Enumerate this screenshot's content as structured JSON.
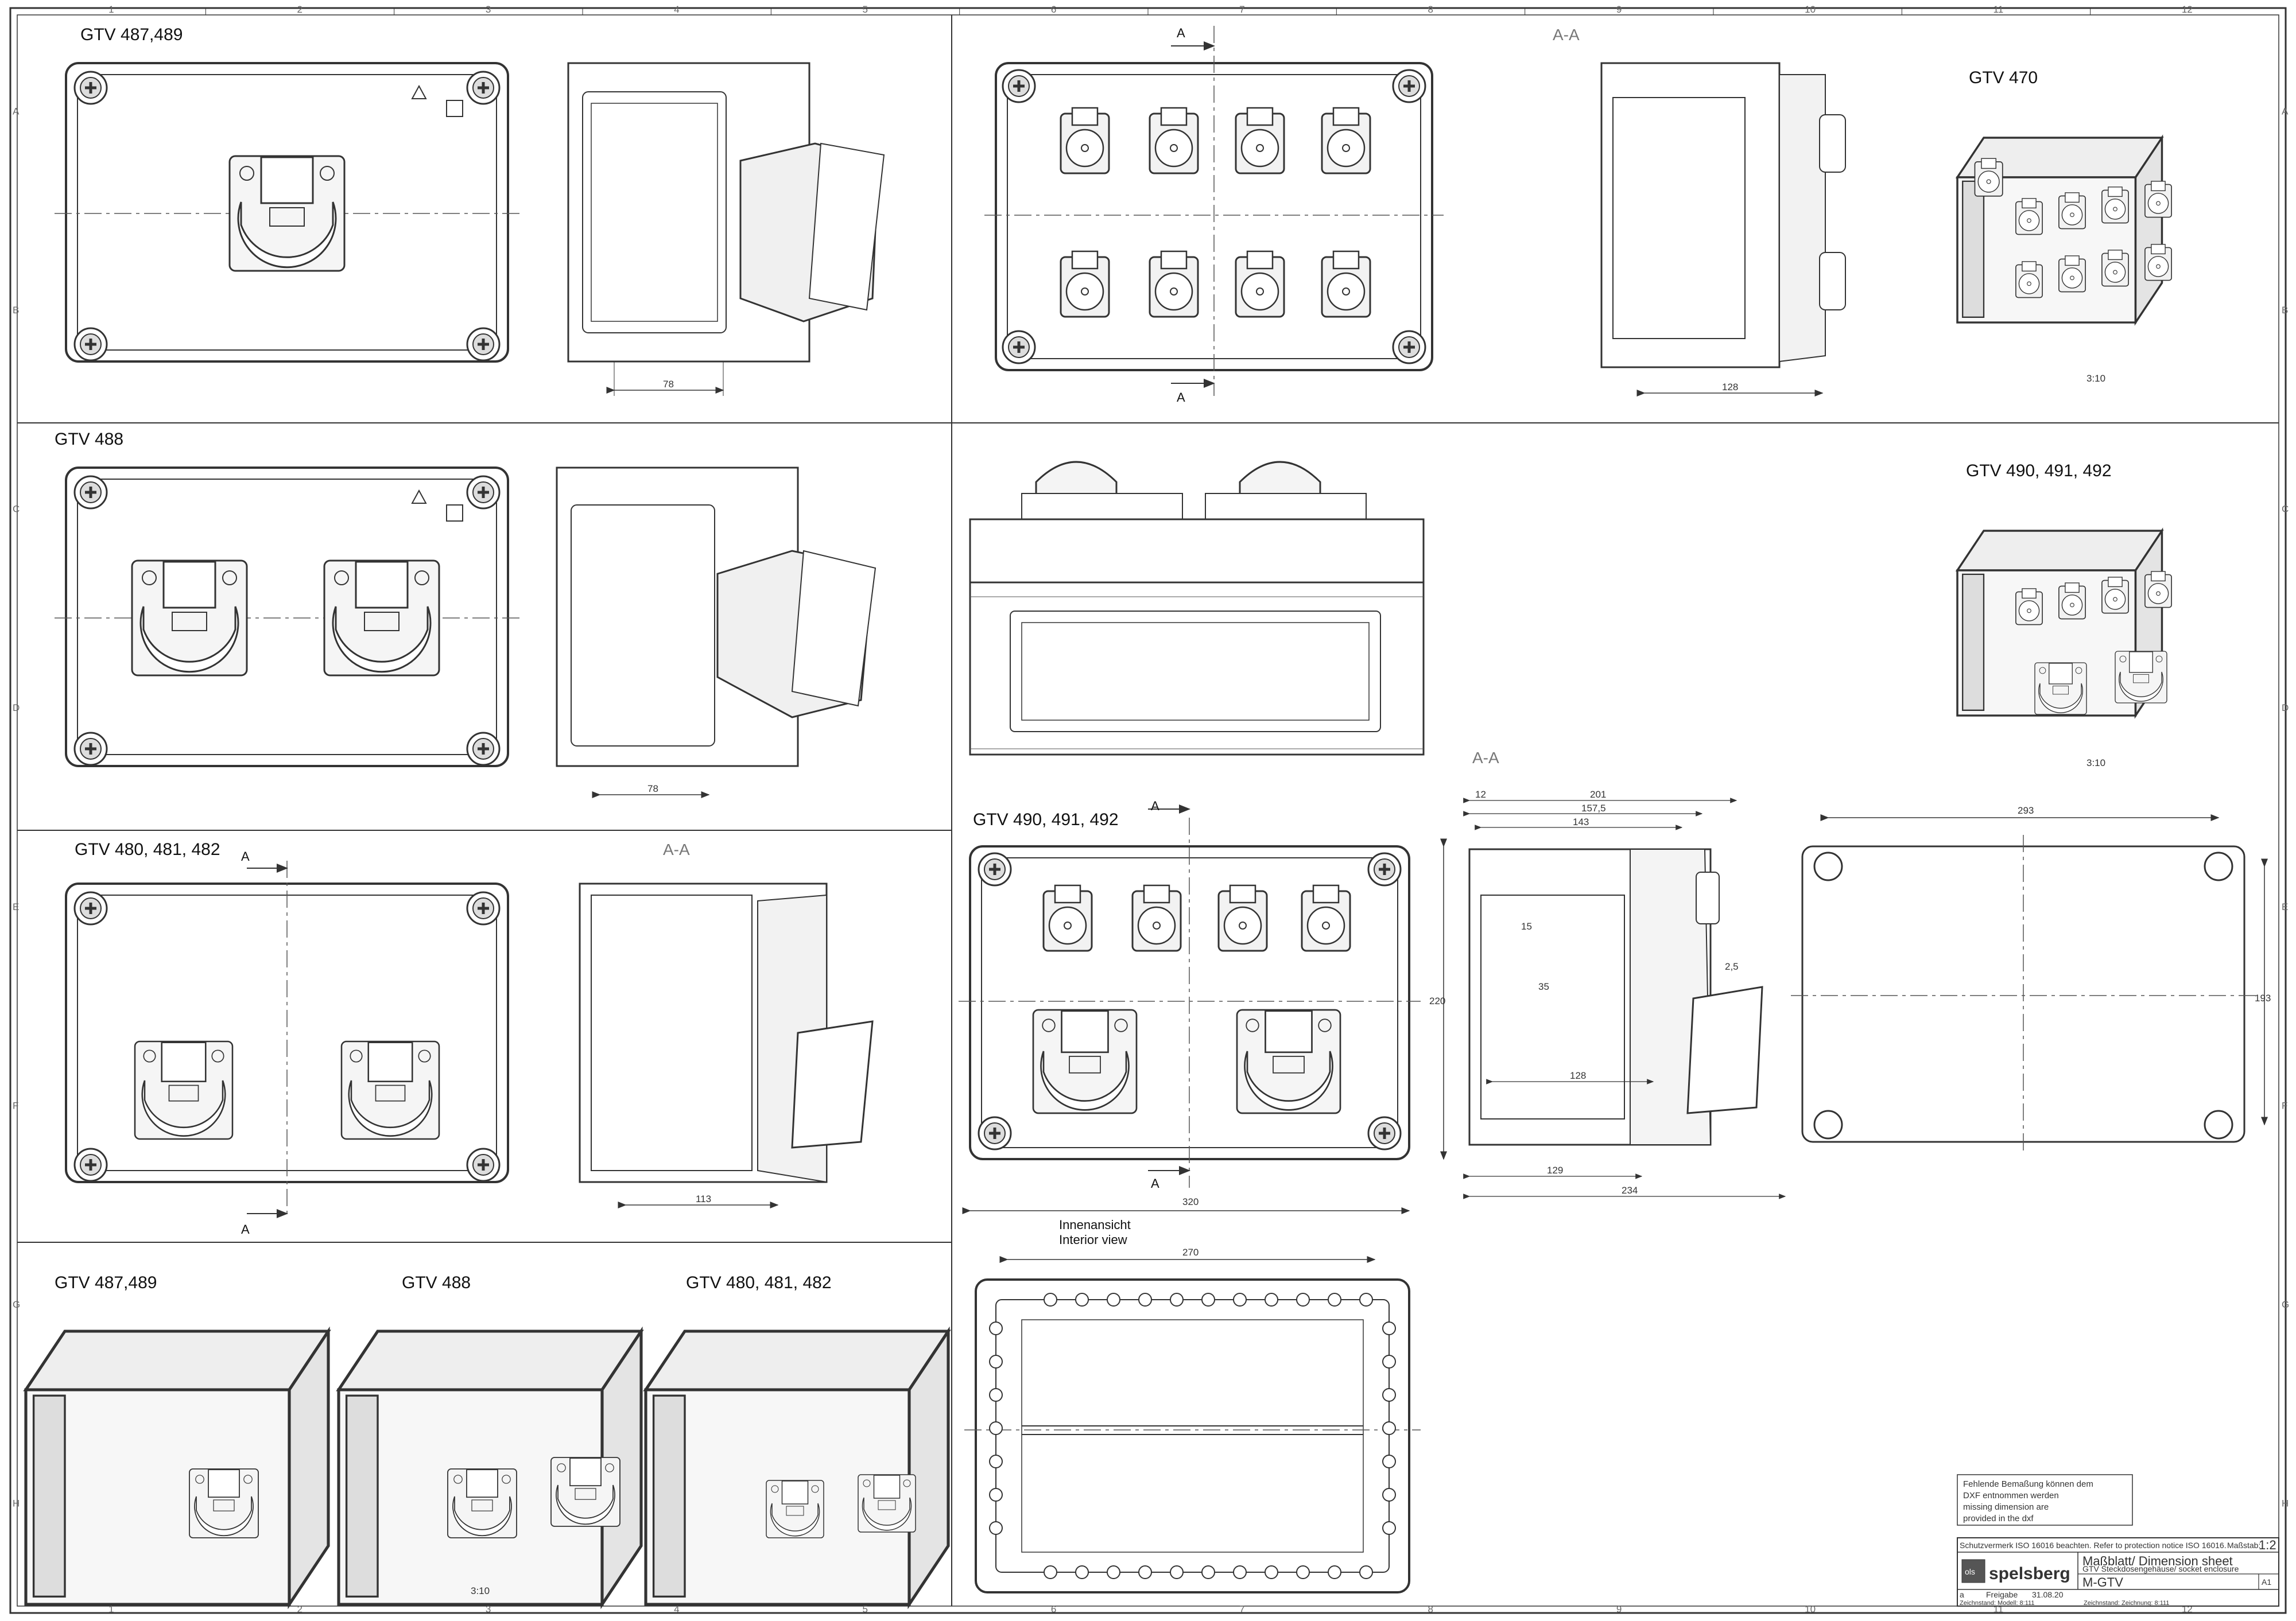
{
  "grid": {
    "columns": [
      "1",
      "2",
      "3",
      "4",
      "5",
      "6",
      "7",
      "8",
      "9",
      "10",
      "11",
      "12"
    ],
    "rows": [
      "A",
      "B",
      "C",
      "D",
      "E",
      "F",
      "G",
      "H"
    ]
  },
  "views": {
    "v1_title": "GTV  487,489",
    "v1_dim": "78",
    "v2_title": "GTV  488",
    "v2_dim": "78",
    "v3_title": "GTV  480, 481, 482",
    "v3_dim": "113",
    "v3_section": "A-A",
    "v3_cut_top": "A",
    "v3_cut_bottom": "A",
    "v4_cut_top": "A",
    "v4_cut_bottom": "A",
    "v4_section": "A-A",
    "v4_dim": "128",
    "iso470_title": "GTV  470",
    "iso470_scale": "3:10",
    "iso490_title": "GTV  490, 491, 492",
    "iso490_scale": "3:10",
    "v6_title": "GTV  490, 491, 492",
    "v6_cut_top": "A",
    "v6_cut_bottom": "A",
    "v6_width": "320",
    "v6_height": "220",
    "v7_section": "A-A",
    "v7_dims": [
      "12",
      "201",
      "157,5",
      "143",
      "15",
      "35",
      "2,5",
      "128",
      "129",
      "234"
    ],
    "v8_width": "293",
    "v8_height": "193",
    "interior_label_de": "Innenansicht",
    "interior_label_en": "Interior view",
    "interior_width": "270",
    "bottom_titles": [
      "GTV  487,489",
      "GTV  488",
      "GTV  480, 481, 482"
    ],
    "bottom_scale": "3:10"
  },
  "note": {
    "lines": [
      "Fehlende Bemaßung können dem",
      "DXF entnommen werden",
      "missing dimension are",
      "provided in the dxf"
    ]
  },
  "title_block": {
    "protection": "Schutzvermerk ISO 16016 beachten. Refer to protection notice ISO 16016.",
    "scale_label": "Maßstab:",
    "scale": "1:2",
    "brand_short": "ols",
    "brand": "spelsberg",
    "sheet_title": "Maßblatt/ Dimension sheet",
    "description": "GTV Steckdosengehäuse/ socket enclosure",
    "size": "A1",
    "drawing_no": "M-GTV",
    "row_a": "a",
    "row_status": "Freigabe",
    "row_date": "31.08.20",
    "footer_left": "Zeichnstand: Modell: 8:111",
    "footer_right": "Zeichnstand: Zeichnung: 8:111"
  }
}
